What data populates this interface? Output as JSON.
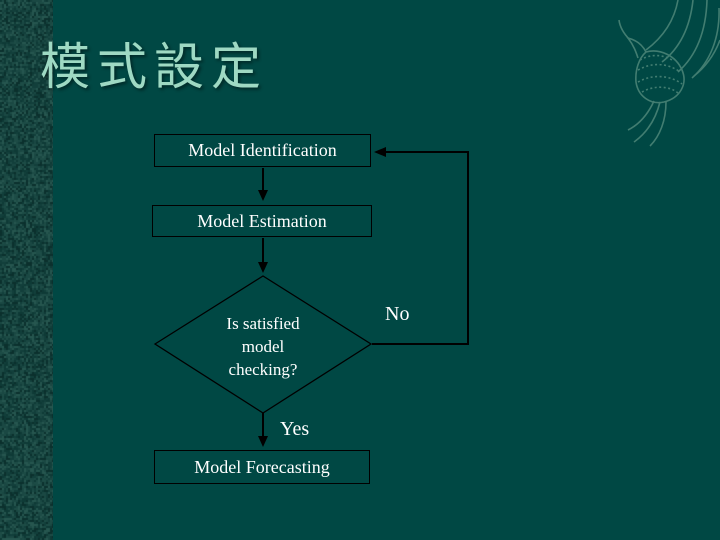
{
  "slide": {
    "title": "模式設定",
    "background_color": "#004844",
    "title_color": "#9ED9C3",
    "texture_strip_colors": [
      "#0e3a36",
      "#1a4843",
      "#26564f",
      "#123f3b",
      "#1d4c46",
      "#0b302d"
    ],
    "ornament_color": "#4e8779"
  },
  "flowchart": {
    "text_color": "#ffffff",
    "line_color": "#000000",
    "nodes": [
      {
        "id": "model-identification",
        "type": "rect",
        "label": "Model Identification"
      },
      {
        "id": "model-estimation",
        "type": "rect",
        "label": "Model Estimation"
      },
      {
        "id": "model-checking",
        "type": "diamond",
        "label": "Is satisfied model checking?",
        "lines": [
          "Is satisfied",
          "model",
          "checking?"
        ]
      },
      {
        "id": "model-forecasting",
        "type": "rect",
        "label": "Model Forecasting"
      }
    ],
    "edges": [
      {
        "from": "model-identification",
        "to": "model-estimation",
        "label": ""
      },
      {
        "from": "model-estimation",
        "to": "model-checking",
        "label": ""
      },
      {
        "from": "model-checking",
        "to": "model-forecasting",
        "label": "Yes"
      },
      {
        "from": "model-checking",
        "to": "model-identification",
        "label": "No"
      }
    ]
  }
}
